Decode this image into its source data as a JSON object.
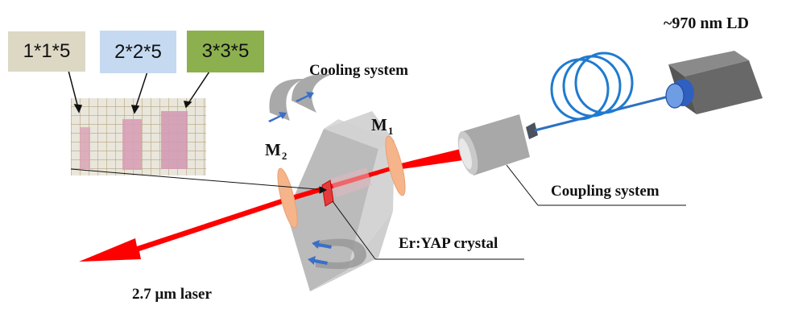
{
  "title": "Er:YAP 2.7 um laser setup schematic",
  "labels": {
    "pump_source": "~970 nm LD",
    "cooling": "Cooling system",
    "coupling": "Coupling system",
    "crystal": "Er:YAP crystal",
    "output": "2.7 μm laser",
    "mirror1": {
      "main": "M",
      "sub": "1"
    },
    "mirror2": {
      "main": "M",
      "sub": "2"
    }
  },
  "crystal_sizes": [
    {
      "label": "1*1*5",
      "color": "#ddd8c4"
    },
    {
      "label": "2*2*5",
      "color": "#c5daf1"
    },
    {
      "label": "3*3*5",
      "color": "#8db04f"
    }
  ],
  "colors": {
    "beam": "#ff0000",
    "fiber": "#2f74c6",
    "mirror": "#f6b48a",
    "housing": "#c0c0c0",
    "laser_diode": "#6e6e6e"
  }
}
